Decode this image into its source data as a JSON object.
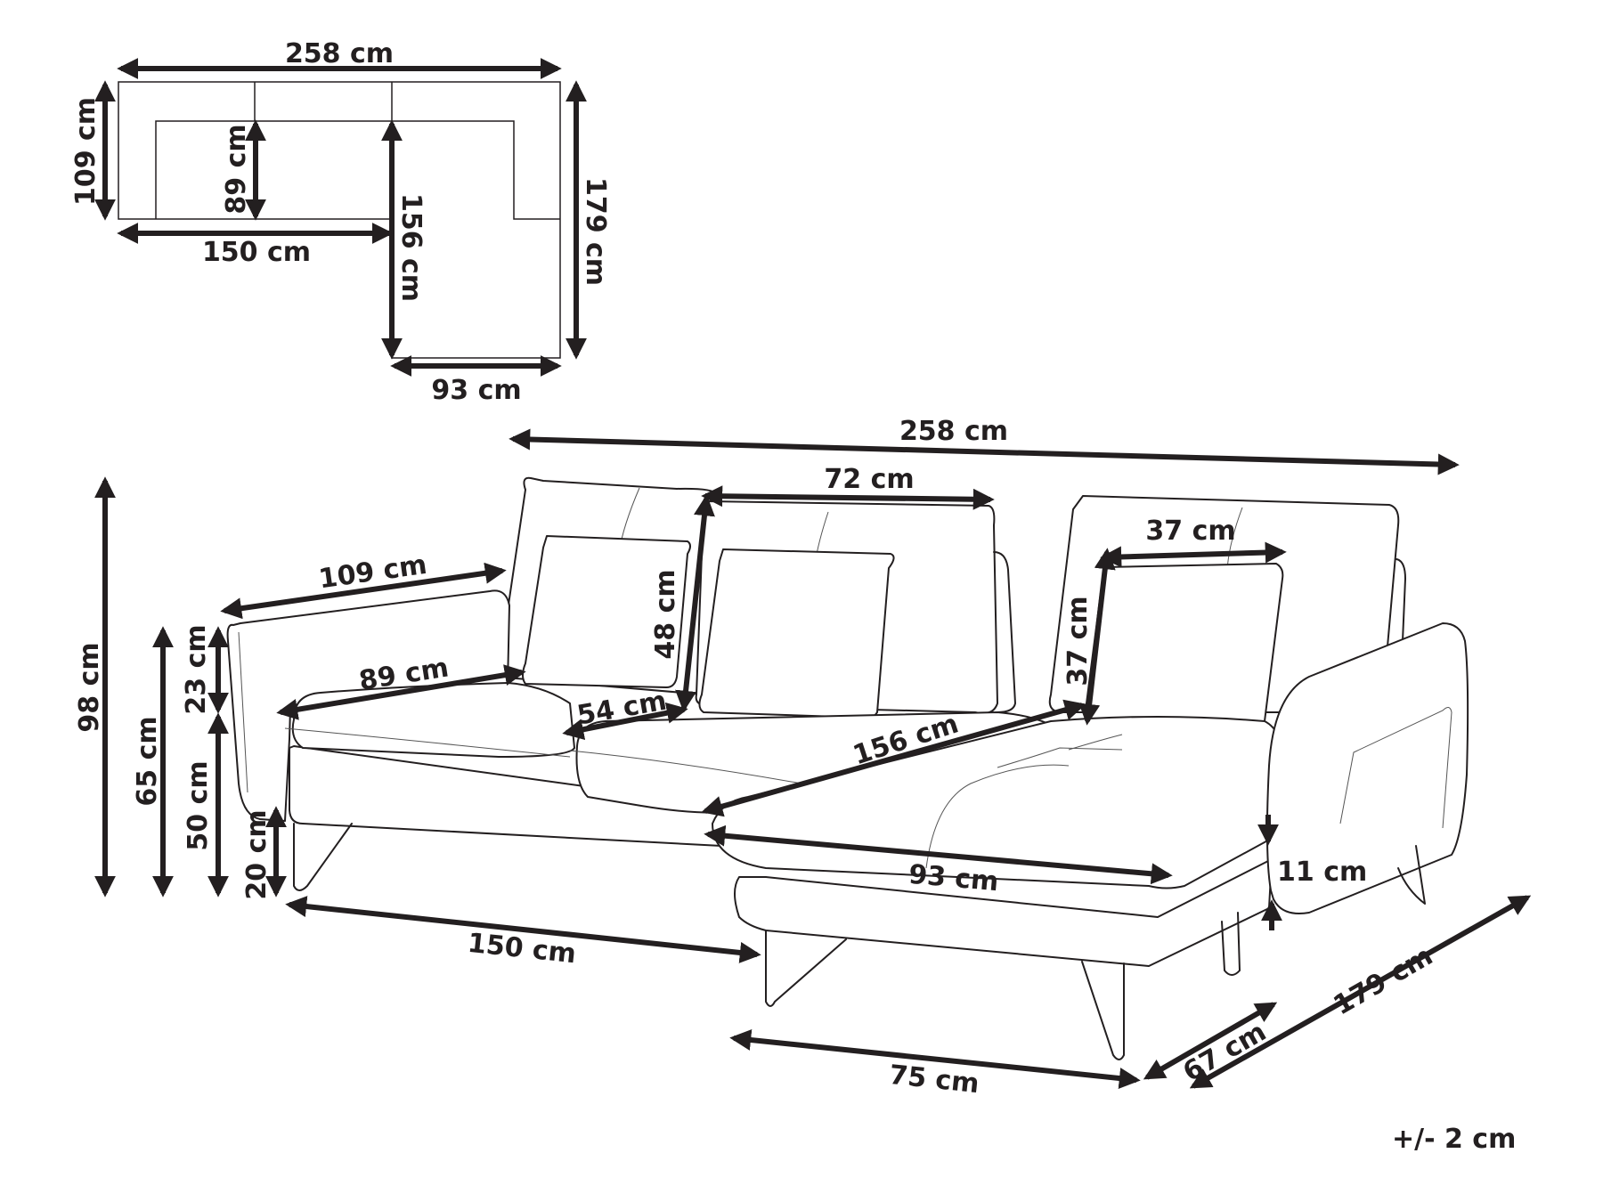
{
  "plan_view": {
    "dimensions": {
      "total_width": "258 cm",
      "left_depth": "109 cm",
      "seat_depth": "89 cm",
      "main_length": "150 cm",
      "chaise_seat_length": "156 cm",
      "total_depth": "179 cm",
      "chaise_width": "93 cm"
    }
  },
  "front_view": {
    "dimensions": {
      "total_width": "258 cm",
      "back_cushion_width": "72 cm",
      "armrest_length": "109 cm",
      "seat_depth": "89 cm",
      "back_cushion_height": "48 cm",
      "seat_width": "54 cm",
      "pillow_width": "37 cm",
      "pillow_height": "37 cm",
      "chaise_seat_length": "156 cm",
      "total_height": "98 cm",
      "arm_height": "65 cm",
      "arm_above_seat": "23 cm",
      "seat_height": "50 cm",
      "leg_height": "20 cm",
      "chaise_width": "93 cm",
      "cushion_thickness": "11 cm",
      "main_length": "150 cm",
      "chaise_base_width": "75 cm",
      "chaise_base_depth": "67 cm",
      "total_depth": "179 cm"
    }
  },
  "tolerance": "+/- 2 cm",
  "colors": {
    "line": "#231f20",
    "background": "#ffffff"
  }
}
